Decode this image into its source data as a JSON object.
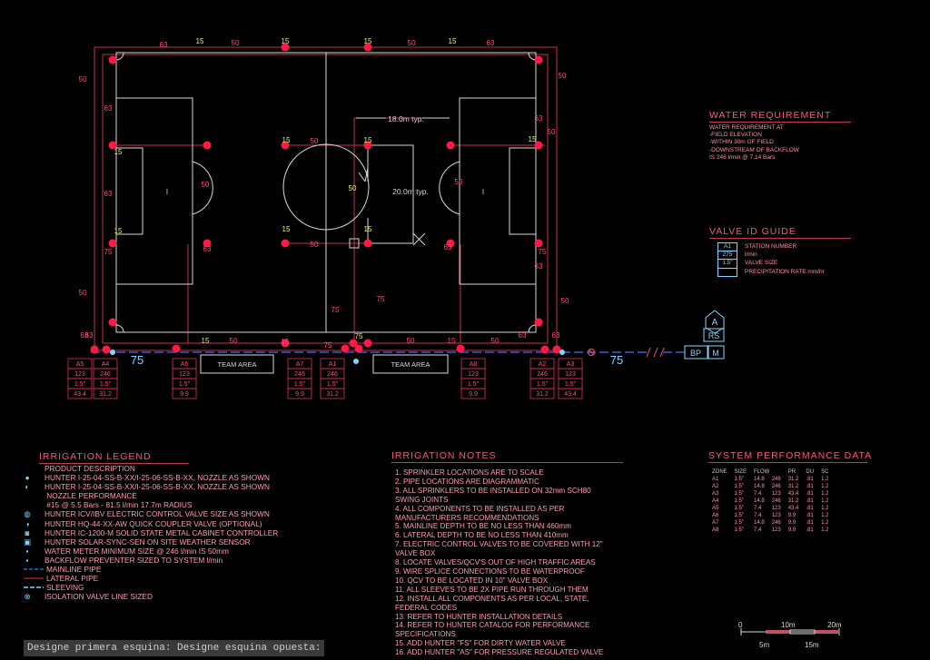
{
  "colors": {
    "field_line": "#d9d9d9",
    "lateral": "#e03050",
    "mainline": "#3d6fff",
    "sprinkler": "#ff1a46",
    "label_green": "#e8f07a",
    "label_red": "#ff4d6d",
    "cyan": "#7fd6ff",
    "bg": "#000000"
  },
  "field": {
    "top_labels": [
      "63",
      "15",
      "50",
      "15",
      "15",
      "50",
      "15",
      "63"
    ],
    "left_labels": [
      "50",
      "63",
      "15",
      "63",
      "15",
      "75",
      "50",
      "63"
    ],
    "right_labels": [
      "50",
      "63",
      "15",
      "50",
      "63",
      "75",
      "50",
      "63"
    ],
    "inner_labels": [
      "50",
      "15",
      "15",
      "50",
      "15",
      "15",
      "50",
      "50",
      "50",
      "75",
      "75",
      "63",
      "63"
    ],
    "bottom_labels": [
      "63",
      "15",
      "50",
      "15",
      "75",
      "50",
      "15",
      "50",
      "63",
      "75"
    ],
    "dim_18": "18.0m typ.",
    "dim_20": "20.0m typ.",
    "center_mark": "I",
    "main_75_left": "75",
    "main_75_right": "75",
    "team_area_left": "TEAM AREA",
    "team_area_right": "TEAM AREA"
  },
  "valves": [
    {
      "id": "A5",
      "flow": "123",
      "size": "1.5\"",
      "pr": "43.4"
    },
    {
      "id": "A4",
      "flow": "246",
      "size": "1.5\"",
      "pr": "31.2"
    },
    {
      "id": "A6",
      "flow": "123",
      "size": "1.5\"",
      "pr": "9.9"
    },
    {
      "id": "A7",
      "flow": "246",
      "size": "1.5\"",
      "pr": "9.9"
    },
    {
      "id": "A1",
      "flow": "246",
      "size": "1.5\"",
      "pr": "31.2"
    },
    {
      "id": "A8",
      "flow": "123",
      "size": "1.5\"",
      "pr": "9.9"
    },
    {
      "id": "A2",
      "flow": "246",
      "size": "1.5\"",
      "pr": "31.2"
    },
    {
      "id": "A3",
      "flow": "123",
      "size": "1.5\"",
      "pr": "43.4"
    }
  ],
  "source": {
    "a_label": "A",
    "rs_label": "RS",
    "bp_label": "BP",
    "m_label": "M"
  },
  "water_requirement": {
    "title": "WATER REQUIREMENT",
    "lines": [
      "WATER REQUIREMENT  AT",
      "-FIELD ELEVATION",
      "-WITHIN 30m OF FIELD",
      "-DOWNSTREAM OF BACKFLOW",
      " IS 246 l/min @ 7.14 Bars"
    ]
  },
  "valve_id_guide": {
    "title": "VALVE ID GUIDE",
    "key": [
      "A1",
      "275",
      "1.5\"",
      ""
    ],
    "descriptions": [
      "STATION NUMBER",
      "l/min",
      "VALVE SIZE",
      "PRECIPITATION RATE mm/hr"
    ]
  },
  "legend": {
    "title": "IRRIGATION LEGEND",
    "items": [
      {
        "sym": "",
        "text": "PRODUCT DESCRIPTION"
      },
      {
        "sym": "●",
        "text": "HUNTER I-25-04-SS-B-XX/I-25-06-SS-B-XX, NOZZLE AS SHOWN"
      },
      {
        "sym": "◐",
        "text": "HUNTER I-25-04-SS-B-XX/I-25-06-SS-B-XX, NOZZLE AS SHOWN"
      },
      {
        "sym": "",
        "text": "    NOZZLE PERFORMANCE"
      },
      {
        "sym": "",
        "text": "    #15 @ 5.5 Bars - 81.5 l/min 17.7m RADIUS"
      },
      {
        "sym": "◍",
        "text": "HUNTER ICV/IBV ELECTRIC CONTROL VALVE SIZE AS SHOWN"
      },
      {
        "sym": "◑",
        "text": "HUNTER HQ-44-XX-AW QUICK COUPLER VALVE (OPTIONAL)"
      },
      {
        "sym": "◙",
        "text": "HUNTER IC-1200-M SOLID STATE METAL CABINET CONTROLLER"
      },
      {
        "sym": "▣",
        "text": "HUNTER SOLAR-SYNC-SEN ON SITE WEATHER SENSOR"
      },
      {
        "sym": "▪",
        "text": "WATER METER MINIMUM SIZE @ 246 l/min IS 50mm"
      },
      {
        "sym": "▪",
        "text": "BACKFLOW PREVENTER SIZED TO SYSTEM l/min"
      },
      {
        "sym": "",
        "text": "MAINLINE PIPE"
      },
      {
        "sym": "",
        "text": "LATERAL PIPE"
      },
      {
        "sym": "",
        "text": "SLEEVING"
      },
      {
        "sym": "⊗",
        "text": "ISOLATION VALVE LINE SIZED"
      }
    ]
  },
  "notes": {
    "title": "IRRIGATION NOTES",
    "items": [
      "1.  SPRINKLER LOCATIONS ARE TO SCALE",
      "2.  PIPE LOCATIONS ARE DIAGRAMMATIC",
      "3.  ALL SPRINKLERS TO BE INSTALLED ON  32mm SCH80",
      "     SWING JOINTS",
      "4.  ALL COMPONENTS TO BE INSTALLED AS PER",
      "     MANUFACTURERS RECOMMENDATIONS",
      "5.  MAINLINE DEPTH TO BE NO LESS THAN 460mm",
      "6.  LATERAL DEPTH TO BE NO LESS THAN 410mm",
      "7.  ELECTRIC CONTROL VALVES TO BE COVERED  WITH 12\"",
      "     VALVE BOX",
      "8.  LOCATE VALVES/QCV'S OUT OF HIGH TRAFFIC AREAS",
      "9.  WIRE SPLICE CONNECTIONS TO BE WATERPROOF",
      "10. QCV TO BE LOCATED IN 10\" VALVE BOX",
      "11. ALL SLEEVES TO BE 2X PIPE RUN THROUGH THEM",
      "12. INSTALL ALL COMPONENTS AS  PER LOCAL, STATE,",
      "     FEDERAL CODES",
      "13. REFER TO HUNTER INSTALLATION DETAILS",
      "14. REFER TO HUNTER CATALOG FOR  PERFORMANCE",
      "     SPECIFICATIONS",
      "15. ADD HUNTER \"FS\" FOR DIRTY WATER VALVE",
      "16. ADD HUNTER \"AS\" FOR PRESSURE REGULATED VALVE"
    ]
  },
  "performance": {
    "title": "SYSTEM PERFORMANCE DATA",
    "headers": [
      "ZONE",
      "SIZE",
      "FLOW",
      "PR",
      "DU",
      "SC"
    ],
    "rows": [
      [
        "A1",
        "1.5\"",
        "14.8",
        "246",
        "31.2",
        ".81",
        "1.2"
      ],
      [
        "A2",
        "1.5\"",
        "14.8",
        "246",
        "31.2",
        ".81",
        "1.2"
      ],
      [
        "A3",
        "1.5\"",
        "7.4",
        "123",
        "43.4",
        ".81",
        "1.2"
      ],
      [
        "A4",
        "1.5\"",
        "14.8",
        "246",
        "31.2",
        ".81",
        "1.2"
      ],
      [
        "A5",
        "1.5\"",
        "7.4",
        "123",
        "43.4",
        ".81",
        "1.2"
      ],
      [
        "A6",
        "1.5\"",
        "7.4",
        "123",
        "9.9",
        ".81",
        "1.2"
      ],
      [
        "A7",
        "1.5\"",
        "14.8",
        "246",
        "9.9",
        ".81",
        "1.2"
      ],
      [
        "A8",
        "1.5\"",
        "7.4",
        "123",
        "9.9",
        ".81",
        "1.2"
      ]
    ]
  },
  "scale_bar": {
    "labels": [
      "0",
      "10m",
      "20m",
      "5m",
      "15m"
    ]
  },
  "command_line": {
    "text": "Designe primera esquina: Designe esquina opuesta:"
  }
}
